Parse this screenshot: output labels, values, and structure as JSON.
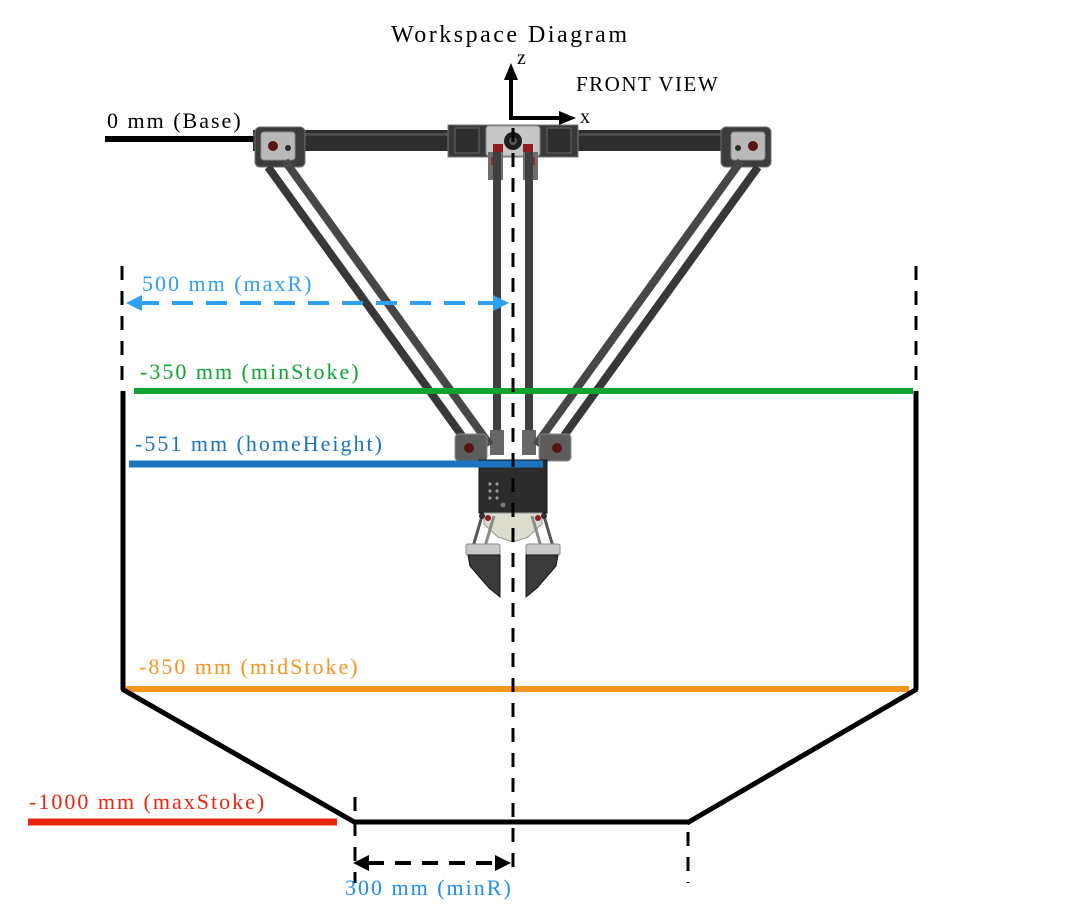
{
  "title": "Workspace Diagram",
  "view_label": "FRONT VIEW",
  "axes": {
    "vertical_label": "z",
    "horizontal_label": "x"
  },
  "colors": {
    "outline": "#000000",
    "dashed_guides": "#000000"
  },
  "levels": [
    {
      "name": "base",
      "label": "0 mm (Base)",
      "value_mm": 0,
      "color": "#000000"
    },
    {
      "name": "minStoke",
      "label": "-350 mm (minStoke)",
      "value_mm": -350,
      "color": "#0DA430"
    },
    {
      "name": "homeHeight",
      "label": "-551 mm (homeHeight)",
      "value_mm": -551,
      "color": "#1B74C0"
    },
    {
      "name": "midStoke",
      "label": "-850 mm (midStoke)",
      "value_mm": -850,
      "color": "#F7941D"
    },
    {
      "name": "maxStoke",
      "label": "-1000 mm (maxStoke)",
      "value_mm": -1000,
      "color": "#E9250F"
    }
  ],
  "radii": [
    {
      "name": "maxR",
      "label": "500 mm (maxR)",
      "value_mm": 500,
      "color": "#2E9FF3"
    },
    {
      "name": "minR",
      "label": "300 mm (minR)",
      "value_mm": 300,
      "color": "#1E8EF0"
    }
  ]
}
